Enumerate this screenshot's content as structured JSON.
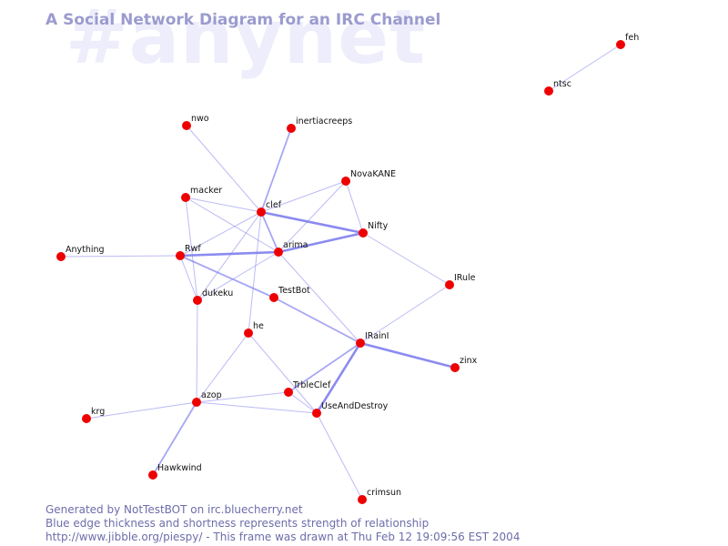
{
  "watermark": "#anynet",
  "title": "A Social Network Diagram for an IRC Channel",
  "footer": {
    "line1": "Generated by NotTestBOT on irc.bluecherry.net",
    "line2": "Blue edge thickness and shortness represents strength of relationship",
    "line3": "http://www.jibble.org/piespy/ - This frame was drawn at Thu Feb 12 19:09:56 EST 2004"
  },
  "colors": {
    "background": "#ffffff",
    "node": "#ee0000",
    "edge": "#7777ee",
    "title": "#9b9bcf",
    "watermark": "#ededfb",
    "footer": "#6d6dab"
  },
  "nodes": [
    {
      "id": "feh",
      "label": "feh"
    },
    {
      "id": "ntsc",
      "label": "ntsc"
    },
    {
      "id": "nwo",
      "label": "nwo"
    },
    {
      "id": "inertiacreeps",
      "label": "inertiacreeps"
    },
    {
      "id": "NovaKANE",
      "label": "NovaKANE"
    },
    {
      "id": "macker",
      "label": "macker"
    },
    {
      "id": "clef",
      "label": "clef"
    },
    {
      "id": "Nifty",
      "label": "Nifty"
    },
    {
      "id": "Anything",
      "label": "Anything"
    },
    {
      "id": "Rwf",
      "label": "Rwf"
    },
    {
      "id": "arima",
      "label": "arima"
    },
    {
      "id": "IRule",
      "label": "IRule"
    },
    {
      "id": "dukeku",
      "label": "dukeku"
    },
    {
      "id": "TestBot",
      "label": "TestBot"
    },
    {
      "id": "he",
      "label": "he"
    },
    {
      "id": "IRainI",
      "label": "IRainI"
    },
    {
      "id": "zinx",
      "label": "zinx"
    },
    {
      "id": "TrbleClef",
      "label": "TrbleClef"
    },
    {
      "id": "azop",
      "label": "azop"
    },
    {
      "id": "UseAndDestroy",
      "label": "UseAndDestroy"
    },
    {
      "id": "krg",
      "label": "krg"
    },
    {
      "id": "Hawkwind",
      "label": "Hawkwind"
    },
    {
      "id": "crimsun",
      "label": "crimsun"
    }
  ],
  "edges": [
    {
      "source": "feh",
      "target": "ntsc",
      "weight": 1
    },
    {
      "source": "nwo",
      "target": "clef",
      "weight": 1
    },
    {
      "source": "inertiacreeps",
      "target": "clef",
      "weight": 2
    },
    {
      "source": "macker",
      "target": "clef",
      "weight": 1
    },
    {
      "source": "macker",
      "target": "arima",
      "weight": 1
    },
    {
      "source": "macker",
      "target": "dukeku",
      "weight": 1
    },
    {
      "source": "clef",
      "target": "NovaKANE",
      "weight": 1
    },
    {
      "source": "clef",
      "target": "Nifty",
      "weight": 3
    },
    {
      "source": "clef",
      "target": "arima",
      "weight": 2
    },
    {
      "source": "clef",
      "target": "Rwf",
      "weight": 1
    },
    {
      "source": "clef",
      "target": "dukeku",
      "weight": 1
    },
    {
      "source": "clef",
      "target": "he",
      "weight": 1
    },
    {
      "source": "NovaKANE",
      "target": "arima",
      "weight": 1
    },
    {
      "source": "NovaKANE",
      "target": "Nifty",
      "weight": 1
    },
    {
      "source": "arima",
      "target": "Nifty",
      "weight": 3
    },
    {
      "source": "arima",
      "target": "Rwf",
      "weight": 3
    },
    {
      "source": "arima",
      "target": "dukeku",
      "weight": 1
    },
    {
      "source": "arima",
      "target": "IRainI",
      "weight": 1
    },
    {
      "source": "Nifty",
      "target": "IRule",
      "weight": 1
    },
    {
      "source": "Anything",
      "target": "Rwf",
      "weight": 1
    },
    {
      "source": "Rwf",
      "target": "dukeku",
      "weight": 1
    },
    {
      "source": "Rwf",
      "target": "TestBot",
      "weight": 2
    },
    {
      "source": "TestBot",
      "target": "IRainI",
      "weight": 2
    },
    {
      "source": "dukeku",
      "target": "azop",
      "weight": 1
    },
    {
      "source": "IRule",
      "target": "IRainI",
      "weight": 1
    },
    {
      "source": "IRainI",
      "target": "zinx",
      "weight": 3
    },
    {
      "source": "IRainI",
      "target": "TrbleClef",
      "weight": 2
    },
    {
      "source": "IRainI",
      "target": "UseAndDestroy",
      "weight": 3
    },
    {
      "source": "he",
      "target": "azop",
      "weight": 1
    },
    {
      "source": "he",
      "target": "UseAndDestroy",
      "weight": 1
    },
    {
      "source": "TrbleClef",
      "target": "azop",
      "weight": 1
    },
    {
      "source": "TrbleClef",
      "target": "UseAndDestroy",
      "weight": 1
    },
    {
      "source": "azop",
      "target": "UseAndDestroy",
      "weight": 1
    },
    {
      "source": "azop",
      "target": "krg",
      "weight": 1
    },
    {
      "source": "azop",
      "target": "Hawkwind",
      "weight": 2
    },
    {
      "source": "UseAndDestroy",
      "target": "crimsun",
      "weight": 1
    }
  ]
}
